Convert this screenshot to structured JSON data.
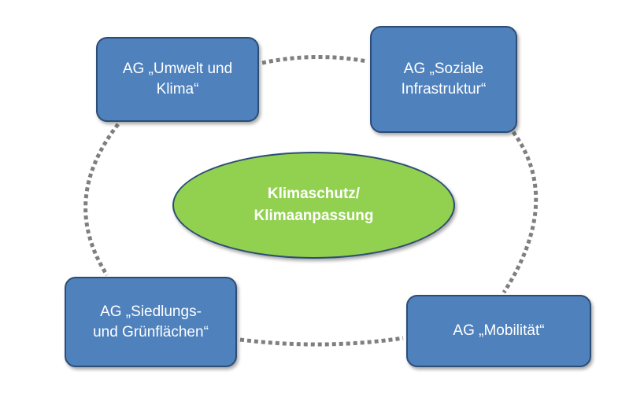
{
  "center": {
    "label": "Klimaschutz/\nKlimaanpassung",
    "fill_color": "#92d050"
  },
  "working_groups": {
    "umwelt": {
      "label": "AG „Umwelt und\nKlima“"
    },
    "soziale": {
      "label": "AG „Soziale\nInfrastruktur“"
    },
    "siedlung": {
      "label": "AG „Siedlungs-\nund Grünflächen“"
    },
    "mobilitaet": {
      "label": "AG „Mobilität“"
    }
  },
  "colors": {
    "box_fill": "#4f81bd",
    "box_border": "#2c4d75",
    "connector": "#7f7f7f"
  }
}
